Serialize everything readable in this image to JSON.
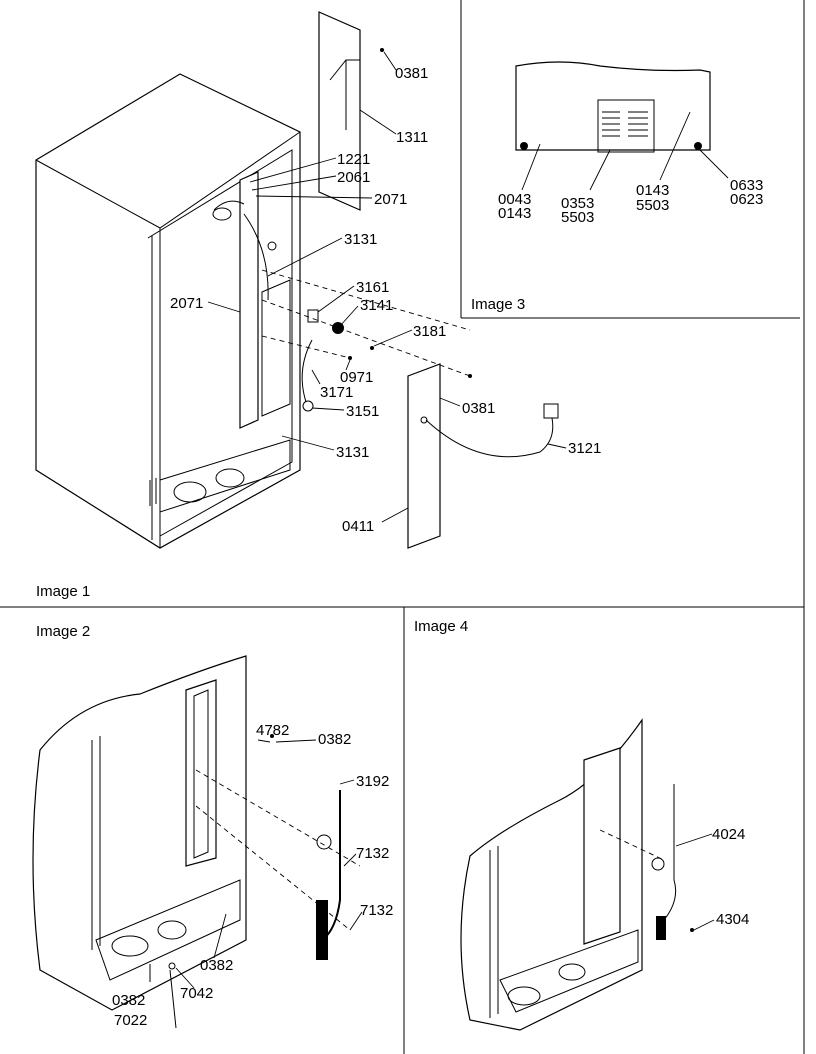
{
  "captions": {
    "image1": "Image 1",
    "image2": "Image 2",
    "image3": "Image 3",
    "image4": "Image 4"
  },
  "callouts": {
    "p0381a": "0381",
    "p1311": "1311",
    "p1221": "1221",
    "p2061": "2061",
    "p2071a": "2071",
    "p3131a": "3131",
    "p2071b": "2071",
    "p3161": "3161",
    "p3141": "3141",
    "p3181": "3181",
    "p0971": "0971",
    "p3171": "3171",
    "p3151": "3151",
    "p0381b": "0381",
    "p3121": "3121",
    "p3131b": "3131",
    "p0411": "0411",
    "i3_0043": "0043",
    "i3_0143a": "0143",
    "i3_0353": "0353",
    "i3_5503a": "5503",
    "i3_0143b": "0143",
    "i3_5503b": "5503",
    "i3_0633": "0633",
    "i3_0623": "0623",
    "i2_4782": "4782",
    "i2_0382a": "0382",
    "i2_3192": "3192",
    "i2_7132a": "7132",
    "i2_7132b": "7132",
    "i2_0382b": "0382",
    "i2_7042": "7042",
    "i2_0382c": "0382",
    "i2_7022": "7022",
    "i4_4024": "4024",
    "i4_4304": "4304"
  }
}
